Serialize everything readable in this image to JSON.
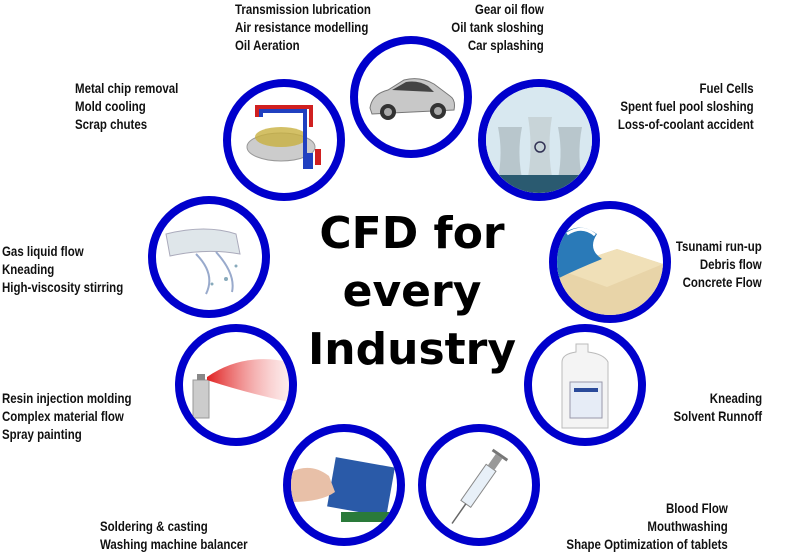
{
  "title_lines": [
    "CFD for",
    "every",
    "Industry"
  ],
  "ring_color": "#0000cc",
  "industries": [
    {
      "id": "automotive-left",
      "lines": [
        "Transmission lubrication",
        "Air resistance modelling",
        "Oil Aeration"
      ]
    },
    {
      "id": "automotive-right",
      "lines": [
        "Gear oil flow",
        "Oil tank sloshing",
        "Car splashing"
      ],
      "image": "car"
    },
    {
      "id": "manufacturing",
      "lines": [
        "Metal chip removal",
        "Mold cooling",
        "Scrap chutes"
      ],
      "image": "machine"
    },
    {
      "id": "energy",
      "lines": [
        "Fuel Cells",
        "Spent fuel pool sloshing",
        "Loss-of-coolant accident"
      ],
      "image": "nuclear-plant"
    },
    {
      "id": "chemical",
      "lines": [
        "Gas liquid flow",
        "Kneading",
        "High-viscosity stirring"
      ],
      "image": "liquid-splash"
    },
    {
      "id": "civil",
      "lines": [
        "Tsunami run-up",
        "Debris flow",
        "Concrete Flow"
      ],
      "image": "tsunami"
    },
    {
      "id": "materials",
      "lines": [
        "Resin injection molding",
        "Complex material flow",
        "Spray painting"
      ],
      "image": "spray-can"
    },
    {
      "id": "consumer",
      "lines": [
        "Kneading",
        "Solvent Runnoff"
      ],
      "image": "bleach-bottle"
    },
    {
      "id": "electronics",
      "lines": [
        "Soldering & casting",
        "Washing machine balancer"
      ],
      "image": "circuit-board"
    },
    {
      "id": "medical",
      "lines": [
        "Blood Flow",
        "Mouthwashing",
        "Shape Optimization of tablets"
      ],
      "image": "syringe"
    }
  ]
}
